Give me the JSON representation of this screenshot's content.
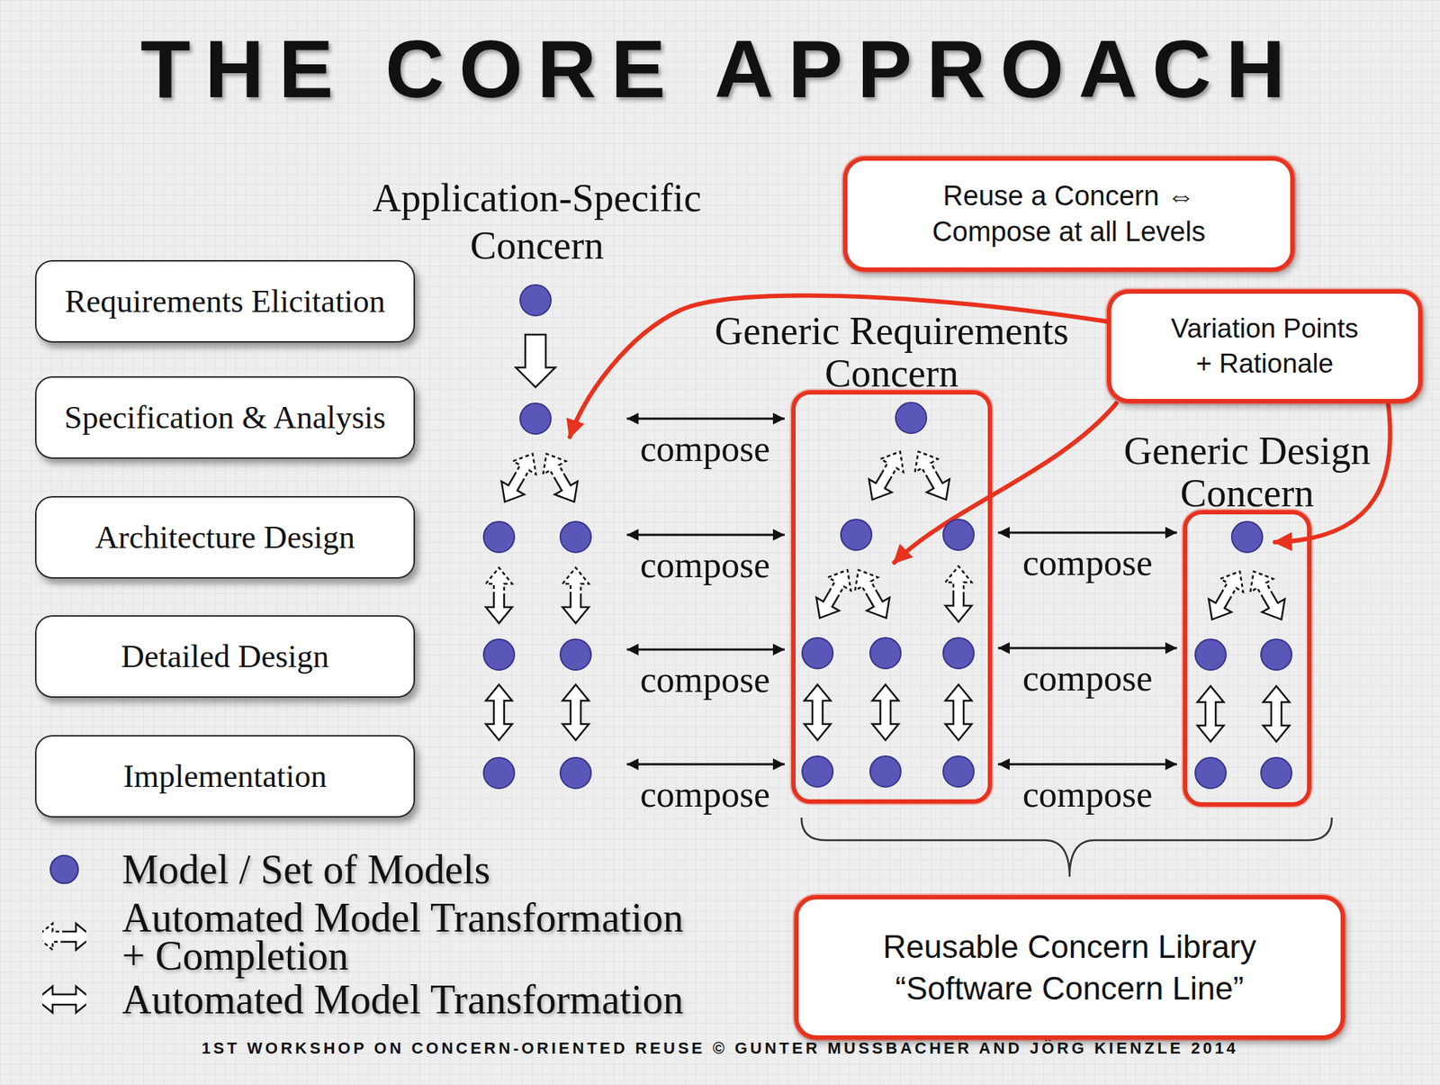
{
  "diagram": {
    "title": "THE CORE APPROACH",
    "caption": "1ST WORKSHOP ON CONCERN-ORIENTED REUSE © GUNTER MUSSBACHER AND JÖRG KIENZLE 2014",
    "nodes": [
      {
        "text": [
          "Reuse a Concern ⇔ Compose at all Levels"
        ]
      },
      {
        "text": [
          "Requirements Elicitation"
        ]
      },
      {
        "text": [
          "Variation Points + Rationale"
        ]
      },
      {
        "text": [
          "Generic Requirements Concern"
        ]
      },
      {
        "text": [
          "Specification & Analysis"
        ]
      },
      {
        "text": [
          "Generic Design Concern"
        ]
      },
      {
        "text": [
          "Architecture Design"
        ]
      },
      {
        "text": [
          "Detailed Design"
        ]
      },
      {
        "text": [
          "Implementation"
        ]
      },
      {
        "text": [
          "Reusable Concern Library “Software Concern Line”"
        ]
      }
    ],
    "edges": [
      {
        "from": 3,
        "to": 5,
        "arrow": "both",
        "label": "compose"
      },
      {
        "from": 3,
        "to": 5,
        "arrow": "both",
        "label": "compose"
      },
      {
        "from": 3,
        "to": 5,
        "arrow": "both",
        "label": "compose"
      }
    ],
    "labels": [
      "Application-Specific Concern",
      "compose",
      "compose",
      "compose",
      "compose"
    ],
    "legend": [
      {
        "text": "Model / Set of Models",
        "color": "#5b57b9"
      },
      {
        "text": "Automated Model Transformation + Completion"
      },
      {
        "text": "Automated Model Transformation"
      }
    ]
  }
}
